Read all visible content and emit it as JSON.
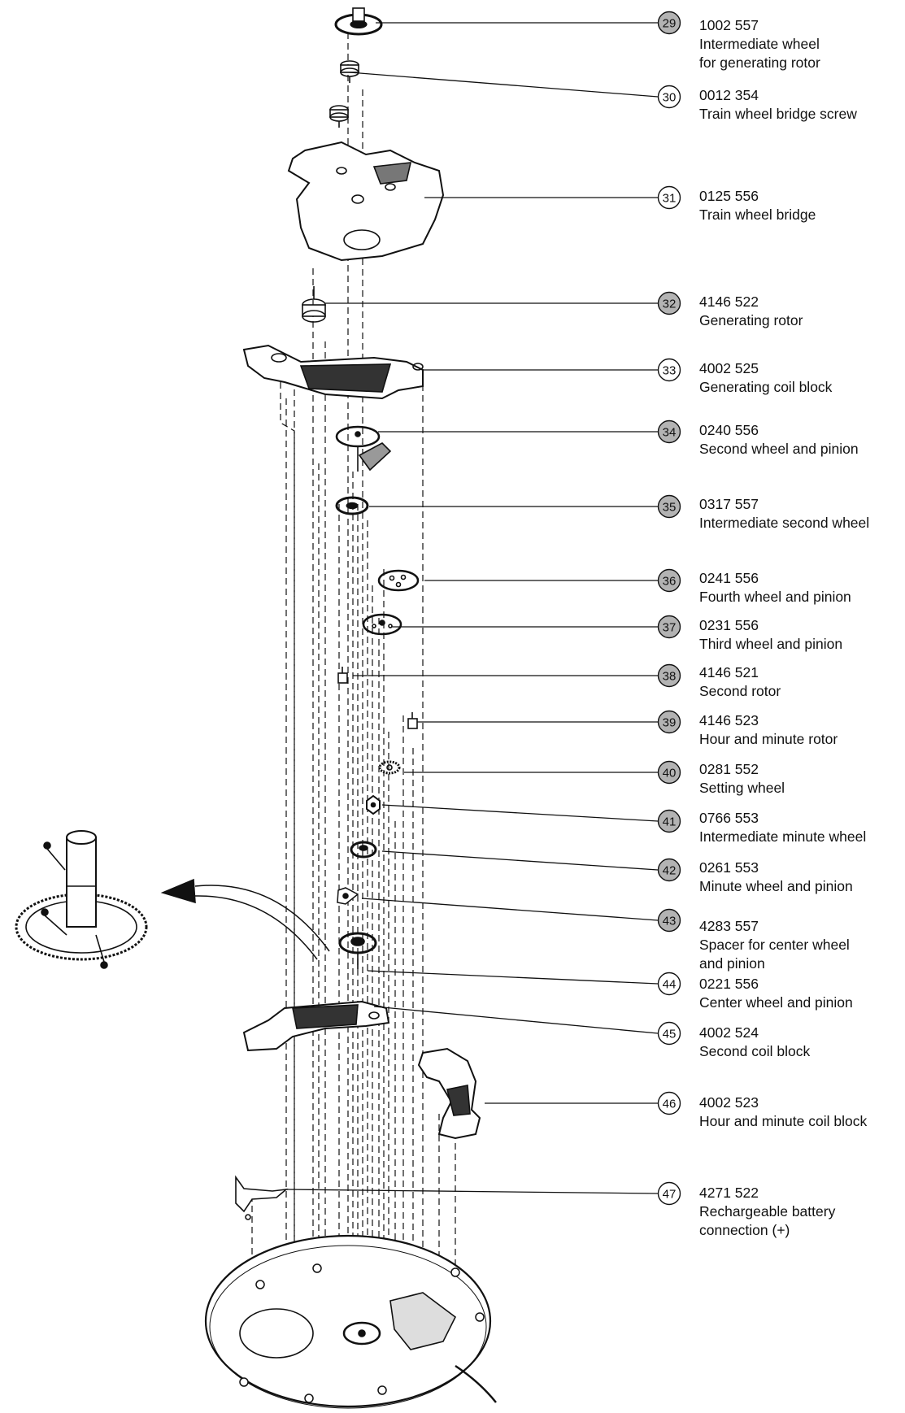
{
  "diagram": {
    "parts": [
      {
        "num": "29",
        "code": "1002 557",
        "desc": [
          "Intermediate wheel",
          "for generating rotor"
        ],
        "shaded": true
      },
      {
        "num": "30",
        "code": "0012 354",
        "desc": [
          "Train wheel bridge screw"
        ],
        "shaded": false
      },
      {
        "num": "31",
        "code": "0125 556",
        "desc": [
          "Train wheel bridge"
        ],
        "shaded": false
      },
      {
        "num": "32",
        "code": "4146 522",
        "desc": [
          "Generating rotor"
        ],
        "shaded": true
      },
      {
        "num": "33",
        "code": "4002 525",
        "desc": [
          "Generating coil block"
        ],
        "shaded": false
      },
      {
        "num": "34",
        "code": "0240 556",
        "desc": [
          "Second wheel and pinion"
        ],
        "shaded": true
      },
      {
        "num": "35",
        "code": "0317 557",
        "desc": [
          "Intermediate second wheel"
        ],
        "shaded": true
      },
      {
        "num": "36",
        "code": "0241 556",
        "desc": [
          "Fourth wheel and pinion"
        ],
        "shaded": true
      },
      {
        "num": "37",
        "code": "0231 556",
        "desc": [
          "Third wheel and pinion"
        ],
        "shaded": true
      },
      {
        "num": "38",
        "code": "4146 521",
        "desc": [
          "Second rotor"
        ],
        "shaded": true
      },
      {
        "num": "39",
        "code": "4146 523",
        "desc": [
          "Hour and minute rotor"
        ],
        "shaded": true
      },
      {
        "num": "40",
        "code": "0281 552",
        "desc": [
          "Setting wheel"
        ],
        "shaded": true
      },
      {
        "num": "41",
        "code": "0766 553",
        "desc": [
          "Intermediate minute wheel"
        ],
        "shaded": true
      },
      {
        "num": "42",
        "code": "0261 553",
        "desc": [
          "Minute wheel and pinion"
        ],
        "shaded": true
      },
      {
        "num": "43",
        "code": "4283 557",
        "desc": [
          "Spacer for center wheel",
          "and pinion"
        ],
        "shaded": true
      },
      {
        "num": "44",
        "code": "0221 556",
        "desc": [
          "Center wheel and pinion"
        ],
        "shaded": false
      },
      {
        "num": "45",
        "code": "4002 524",
        "desc": [
          "Second coil block"
        ],
        "shaded": false
      },
      {
        "num": "46",
        "code": "4002 523",
        "desc": [
          "Hour and minute coil block"
        ],
        "shaded": false
      },
      {
        "num": "47",
        "code": "4271 522",
        "desc": [
          "Rechargeable battery",
          "connection (+)"
        ],
        "shaded": false
      }
    ],
    "colors": {
      "line": "#111111",
      "shaded_badge": "#b3b3b3",
      "plain_badge": "#ffffff"
    }
  }
}
